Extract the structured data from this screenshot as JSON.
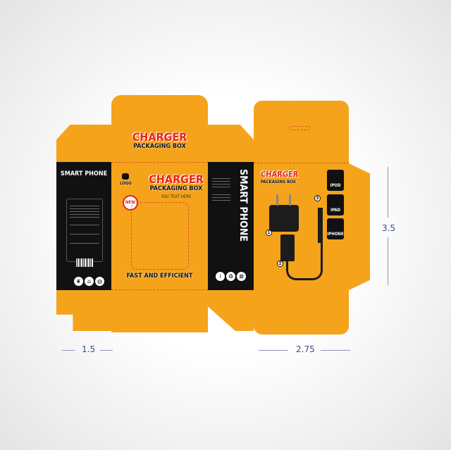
{
  "brand": {
    "title": "CHARGER",
    "subtitle": "PACKAGING BOX",
    "tagline": "YOU TEXT HERE",
    "logo": "LOGO",
    "badge": "NEW",
    "slogan": "FAST AND EFFICIENT"
  },
  "side": {
    "label": "SMART PHONE"
  },
  "devices": [
    "IPOD",
    "IPAD",
    "IPHONE"
  ],
  "callouts": [
    "1",
    "2",
    "3"
  ],
  "icons": [
    "leaf-icon",
    "home-icon",
    "globe-icon",
    "info-icon",
    "recycle-icon",
    "wheelie-bin-icon"
  ],
  "dimensions": {
    "width_left": "1.5",
    "width_back": "2.75",
    "height": "3.5"
  },
  "colors": {
    "box": "#f5a31a",
    "panel": "#111111",
    "accent": "#e5231b"
  }
}
